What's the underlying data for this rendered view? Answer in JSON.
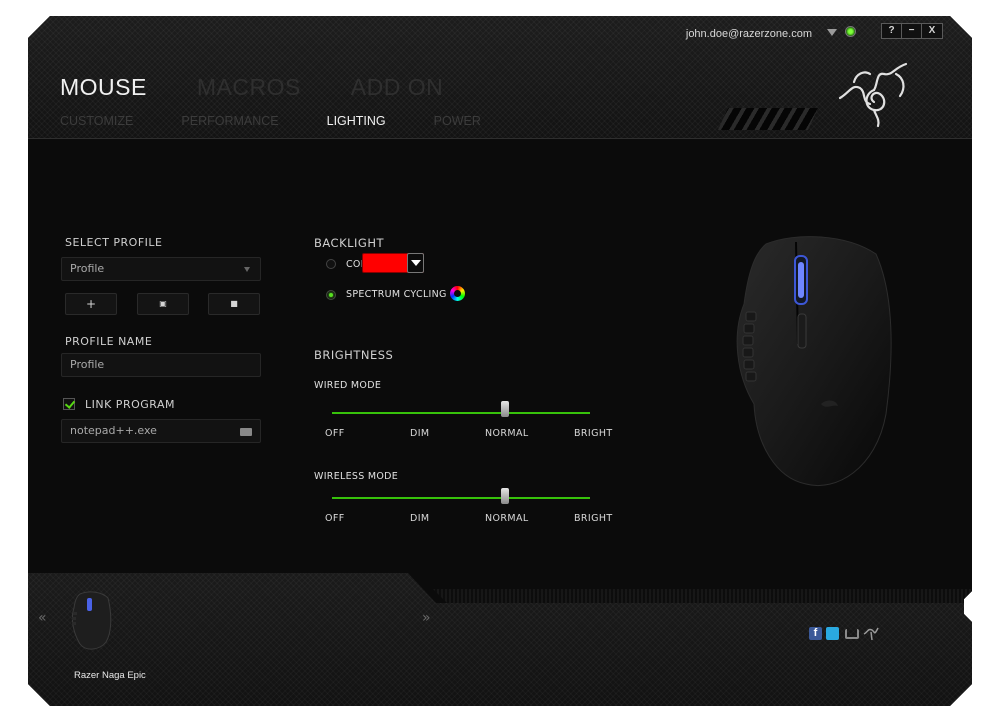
{
  "account": {
    "email": "john.doe@razerzone.com"
  },
  "window_controls": {
    "help": "?",
    "minimize": "−",
    "close": "X"
  },
  "main_tabs": [
    {
      "label": "MOUSE",
      "active": true
    },
    {
      "label": "MACROS",
      "active": false
    },
    {
      "label": "ADD ON",
      "active": false
    }
  ],
  "sub_tabs": [
    {
      "label": "CUSTOMIZE",
      "active": false
    },
    {
      "label": "PERFORMANCE",
      "active": false
    },
    {
      "label": "LIGHTING",
      "active": true
    },
    {
      "label": "POWER",
      "active": false
    }
  ],
  "profile": {
    "select_label": "SELECT PROFILE",
    "selected": "Profile",
    "add_label": "+",
    "copy_label": "▣",
    "delete_label": "■",
    "name_label": "PROFILE NAME",
    "name_value": "Profile",
    "link_label": "LINK PROGRAM",
    "link_checked": true,
    "program_value": "notepad++.exe"
  },
  "backlight": {
    "heading": "BACKLIGHT",
    "color_label": "COLOR",
    "color_value": "#ff0000",
    "spectrum_label": "SPECTRUM CYCLING",
    "mode": "spectrum"
  },
  "brightness": {
    "heading": "BRIGHTNESS",
    "wired_label": "WIRED MODE",
    "wireless_label": "WIRELESS MODE",
    "ticks": [
      "OFF",
      "DIM",
      "NORMAL",
      "BRIGHT"
    ],
    "wired_level": "NORMAL",
    "wireless_level": "NORMAL"
  },
  "device": {
    "name": "Razer Naga Epic",
    "prev": "«",
    "next": "»"
  },
  "social": {
    "facebook": "f"
  },
  "colors": {
    "accent_green": "#37c20b",
    "background": "#0b0b0b",
    "active_text": "#f0f0f0",
    "inactive_text": "#3c3c3c"
  }
}
